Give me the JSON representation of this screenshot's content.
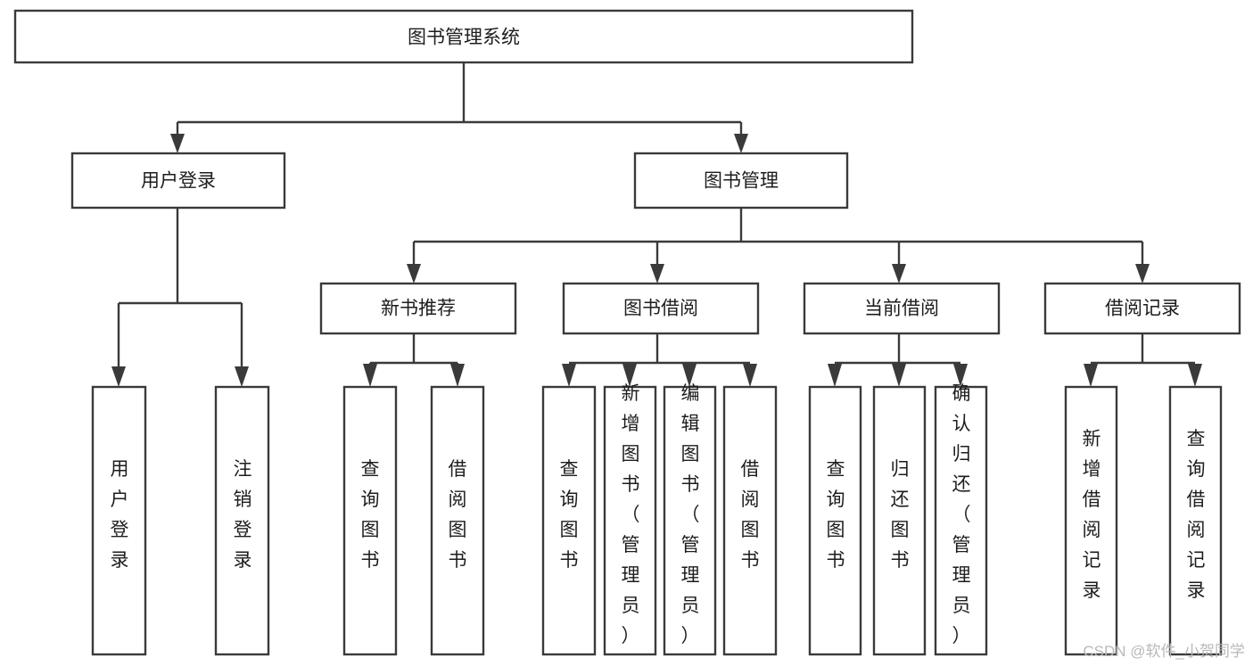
{
  "diagram": {
    "title": "图书管理系统",
    "type": "tree",
    "orientation": "top-down",
    "colors": {
      "background": "#ffffff",
      "box_fill": "#ffffff",
      "box_stroke": "#3a3a3a",
      "connector": "#3a3a3a",
      "text": "#1d1d1d",
      "watermark": "#b8b8b8"
    },
    "root": {
      "id": "root",
      "label": "图书管理系统",
      "text_orientation": "horizontal"
    },
    "level2": [
      {
        "id": "user-login",
        "label": "用户登录",
        "text_orientation": "horizontal"
      },
      {
        "id": "book-manage",
        "label": "图书管理",
        "text_orientation": "horizontal"
      }
    ],
    "level3": [
      {
        "id": "new-book-rec",
        "label": "新书推荐",
        "text_orientation": "horizontal",
        "parent": "book-manage"
      },
      {
        "id": "book-borrow",
        "label": "图书借阅",
        "text_orientation": "horizontal",
        "parent": "book-manage"
      },
      {
        "id": "current-borrow",
        "label": "当前借阅",
        "text_orientation": "horizontal",
        "parent": "book-manage"
      },
      {
        "id": "borrow-record",
        "label": "借阅记录",
        "text_orientation": "horizontal",
        "parent": "book-manage"
      }
    ],
    "leaves": [
      {
        "id": "leaf-user-login",
        "label": "用户登录",
        "parent": "user-login",
        "text_orientation": "vertical"
      },
      {
        "id": "leaf-user-logout",
        "label": "注销登录",
        "parent": "user-login",
        "text_orientation": "vertical"
      },
      {
        "id": "leaf-query-book-1",
        "label": "查询图书",
        "parent": "new-book-rec",
        "text_orientation": "vertical"
      },
      {
        "id": "leaf-borrow-book-1",
        "label": "借阅图书",
        "parent": "new-book-rec",
        "text_orientation": "vertical"
      },
      {
        "id": "leaf-query-book-2",
        "label": "查询图书",
        "parent": "book-borrow",
        "text_orientation": "vertical"
      },
      {
        "id": "leaf-add-book",
        "label": "新增图书（管理员）",
        "parent": "book-borrow",
        "text_orientation": "vertical"
      },
      {
        "id": "leaf-edit-book",
        "label": "编辑图书（管理员）",
        "parent": "book-borrow",
        "text_orientation": "vertical"
      },
      {
        "id": "leaf-borrow-book-2",
        "label": "借阅图书",
        "parent": "book-borrow",
        "text_orientation": "vertical"
      },
      {
        "id": "leaf-query-book-3",
        "label": "查询图书",
        "parent": "current-borrow",
        "text_orientation": "vertical"
      },
      {
        "id": "leaf-return-book",
        "label": "归还图书",
        "parent": "current-borrow",
        "text_orientation": "vertical"
      },
      {
        "id": "leaf-confirm-return",
        "label": "确认归还（管理员）",
        "parent": "current-borrow",
        "text_orientation": "vertical"
      },
      {
        "id": "leaf-add-record",
        "label": "新增借阅记录",
        "parent": "borrow-record",
        "text_orientation": "vertical"
      },
      {
        "id": "leaf-query-record",
        "label": "查询借阅记录",
        "parent": "borrow-record",
        "text_orientation": "vertical"
      }
    ],
    "watermark": "CSDN @软件_小贺同学"
  }
}
